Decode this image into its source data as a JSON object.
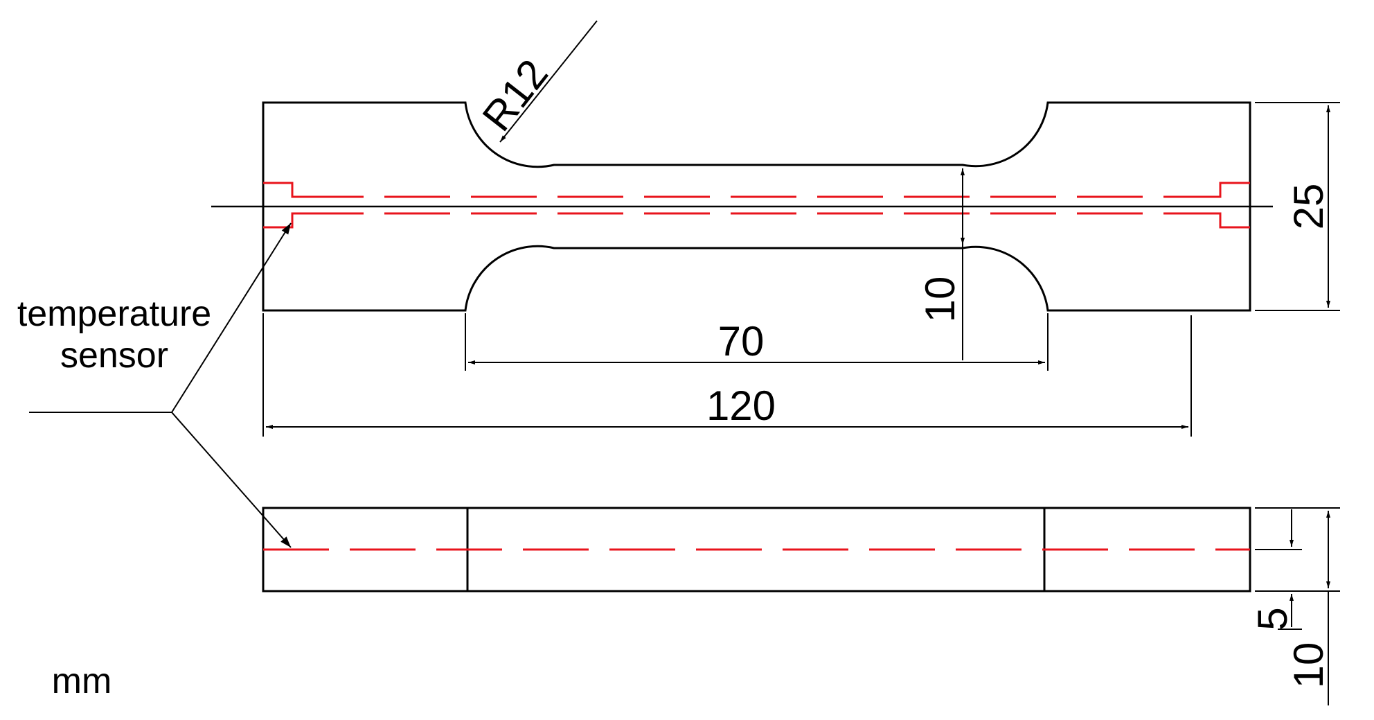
{
  "labels": {
    "radius": "R12",
    "sensor_line1": "temperature",
    "sensor_line2": "sensor",
    "unit": "mm"
  },
  "dimensions": {
    "overall_length": "120",
    "gauge_length": "70",
    "overall_width": "25",
    "gauge_width": "10",
    "thickness": "10",
    "sensor_depth": "5"
  },
  "colors": {
    "outline": "#000000",
    "sensor_channel": "#e8141c"
  }
}
